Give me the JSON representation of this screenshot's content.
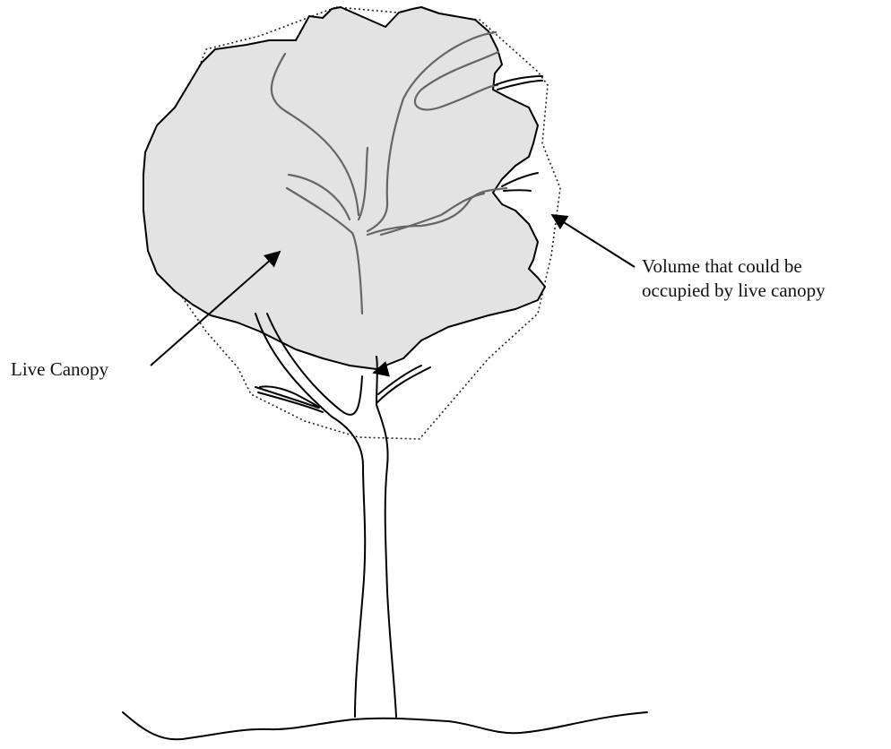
{
  "labels": {
    "live_canopy": "Live Canopy",
    "volume_line1": "Volume that could be",
    "volume_line2": "occupied by live canopy"
  },
  "colors": {
    "canopy_fill": "#e3e3e3",
    "outline": "#000000",
    "inner_branches": "#666666",
    "potential_volume_outline": "#222222"
  }
}
